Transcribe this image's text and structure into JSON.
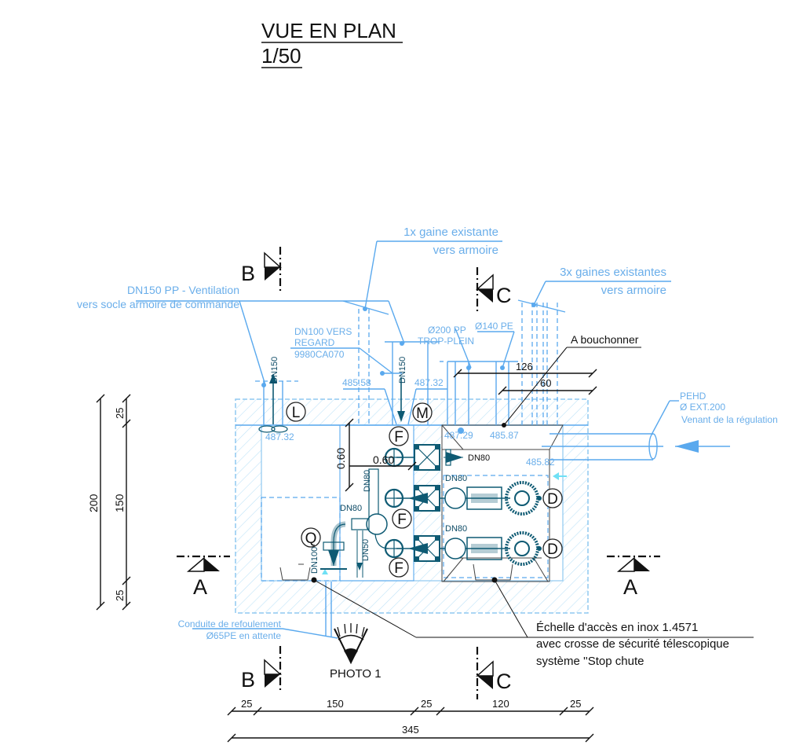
{
  "title": {
    "line1": "VUE EN PLAN",
    "line2": "1/50"
  },
  "sections": {
    "B": "B",
    "C": "C",
    "A": "A"
  },
  "annotations": {
    "ventilation": {
      "line1": "DN150 PP - Ventilation",
      "line2": "vers socle armoire de commande"
    },
    "gaine1": {
      "line1": "1x gaine existante",
      "line2": "vers armoire"
    },
    "gaine3": {
      "line1": "3x gaines existantes",
      "line2": "vers armoire"
    },
    "dn100": {
      "line1": "DN100 VERS",
      "line2": "REGARD",
      "line3": "9980CA070"
    },
    "trop_plein": {
      "line1": "Ø200 PP",
      "line2": "TROP-PLEIN"
    },
    "pe140": "Ø140 PE",
    "bouchonner": "A bouchonner",
    "pehd": {
      "line1": "PEHD",
      "line2": "Ø EXT.200",
      "line3": "Venant de la régulation"
    },
    "refoulement": {
      "line1": "Conduite de refoulement",
      "line2": "Ø65PE en attente"
    },
    "echelle": {
      "line1": "Échelle d'accès en inox 1.4571",
      "line2": "avec crosse de sécurité télescopique",
      "line3": "système ''Stop chute"
    },
    "photo": "PHOTO 1"
  },
  "levels": [
    "487.32",
    "485.58",
    "487.32",
    "487.29",
    "485.87",
    "485.82"
  ],
  "pipes": {
    "dn150": "DN150",
    "dn80": "DN80",
    "dn50": "DN50",
    "dn100": "DN100"
  },
  "markers": {
    "L": "L",
    "M": "M",
    "F": "F",
    "D": "D",
    "Q": "Q"
  },
  "dimensions": {
    "top_126": "126",
    "top_60": "60",
    "inner_h": "0.60",
    "inner_w": "0.60",
    "left_total": "200",
    "left_top": "25",
    "left_mid": "150",
    "left_bot": "25",
    "bottom": [
      "25",
      "150",
      "25",
      "120",
      "25"
    ],
    "bottom_total": "345"
  }
}
